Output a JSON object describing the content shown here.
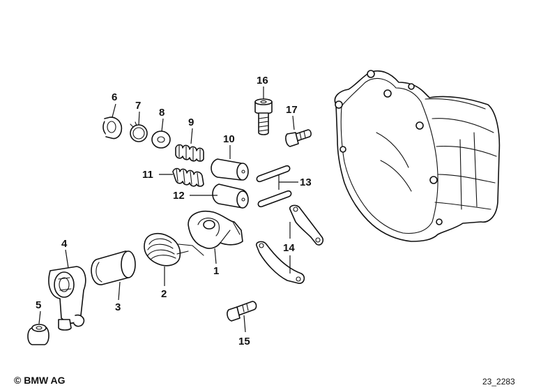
{
  "callouts": {
    "c1": "1",
    "c2": "2",
    "c3": "3",
    "c4": "4",
    "c5": "5",
    "c6": "6",
    "c7": "7",
    "c8": "8",
    "c9": "9",
    "c10": "10",
    "c11": "11",
    "c12": "12",
    "c13": "13",
    "c14": "14",
    "c15": "15",
    "c16": "16",
    "c17": "17"
  },
  "footer": {
    "copyright": "© BMW AG",
    "diagram_id": "23_2283"
  }
}
